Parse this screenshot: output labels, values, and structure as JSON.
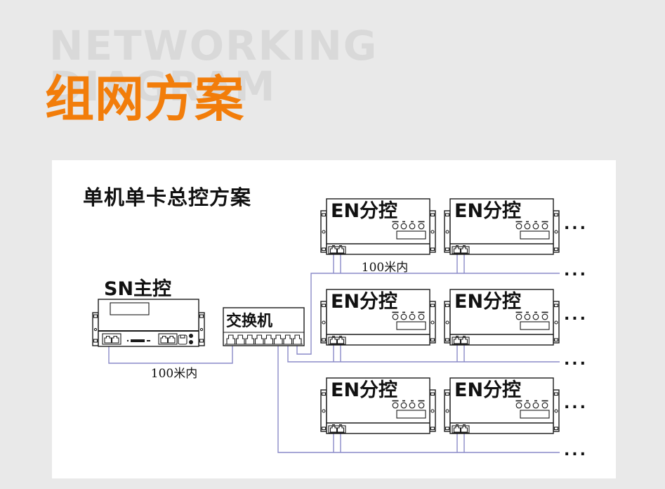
{
  "header": {
    "watermark_line1": "NETWORKING",
    "watermark_line2": "DIAGRAM",
    "title": "组网方案"
  },
  "panel": {
    "title": "单机单卡总控方案",
    "labels": {
      "master": "SN主控",
      "switch": "交换机",
      "en_unit": "EN分控",
      "distance": "100米内",
      "ellipsis": "..."
    }
  },
  "colors": {
    "background": "#e9e9e9",
    "watermark": "#d9d9d9",
    "accent_orange": "#f27d0a",
    "panel": "#ffffff",
    "device_outline": "#1a1a1a",
    "cable": "#8a8ac8"
  }
}
